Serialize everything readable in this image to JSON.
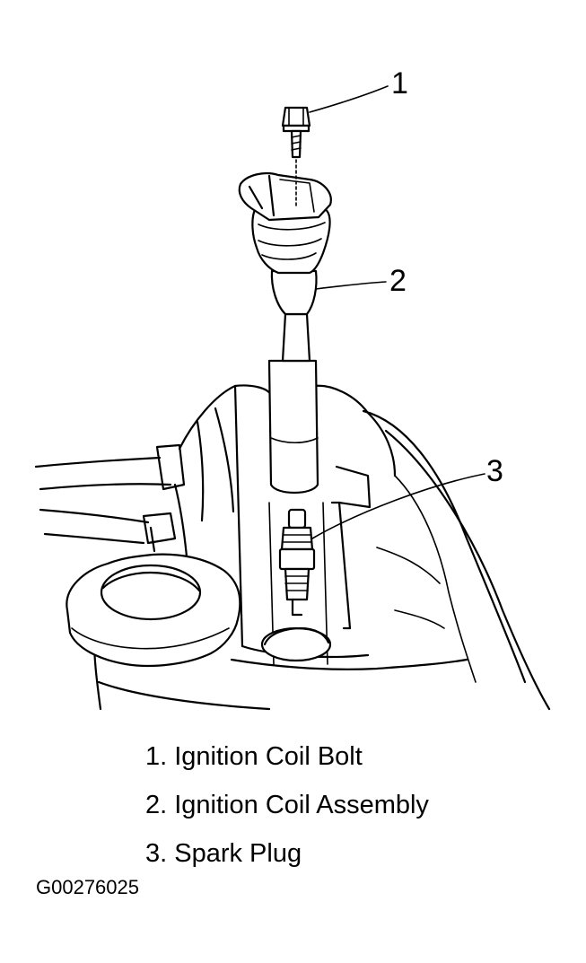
{
  "callouts": [
    {
      "number": "1"
    },
    {
      "number": "2"
    },
    {
      "number": "3"
    }
  ],
  "legend": [
    {
      "text": "1. Ignition Coil Bolt"
    },
    {
      "text": "2. Ignition Coil Assembly"
    },
    {
      "text": "3. Spark Plug"
    }
  ],
  "figure_id": "G00276025"
}
